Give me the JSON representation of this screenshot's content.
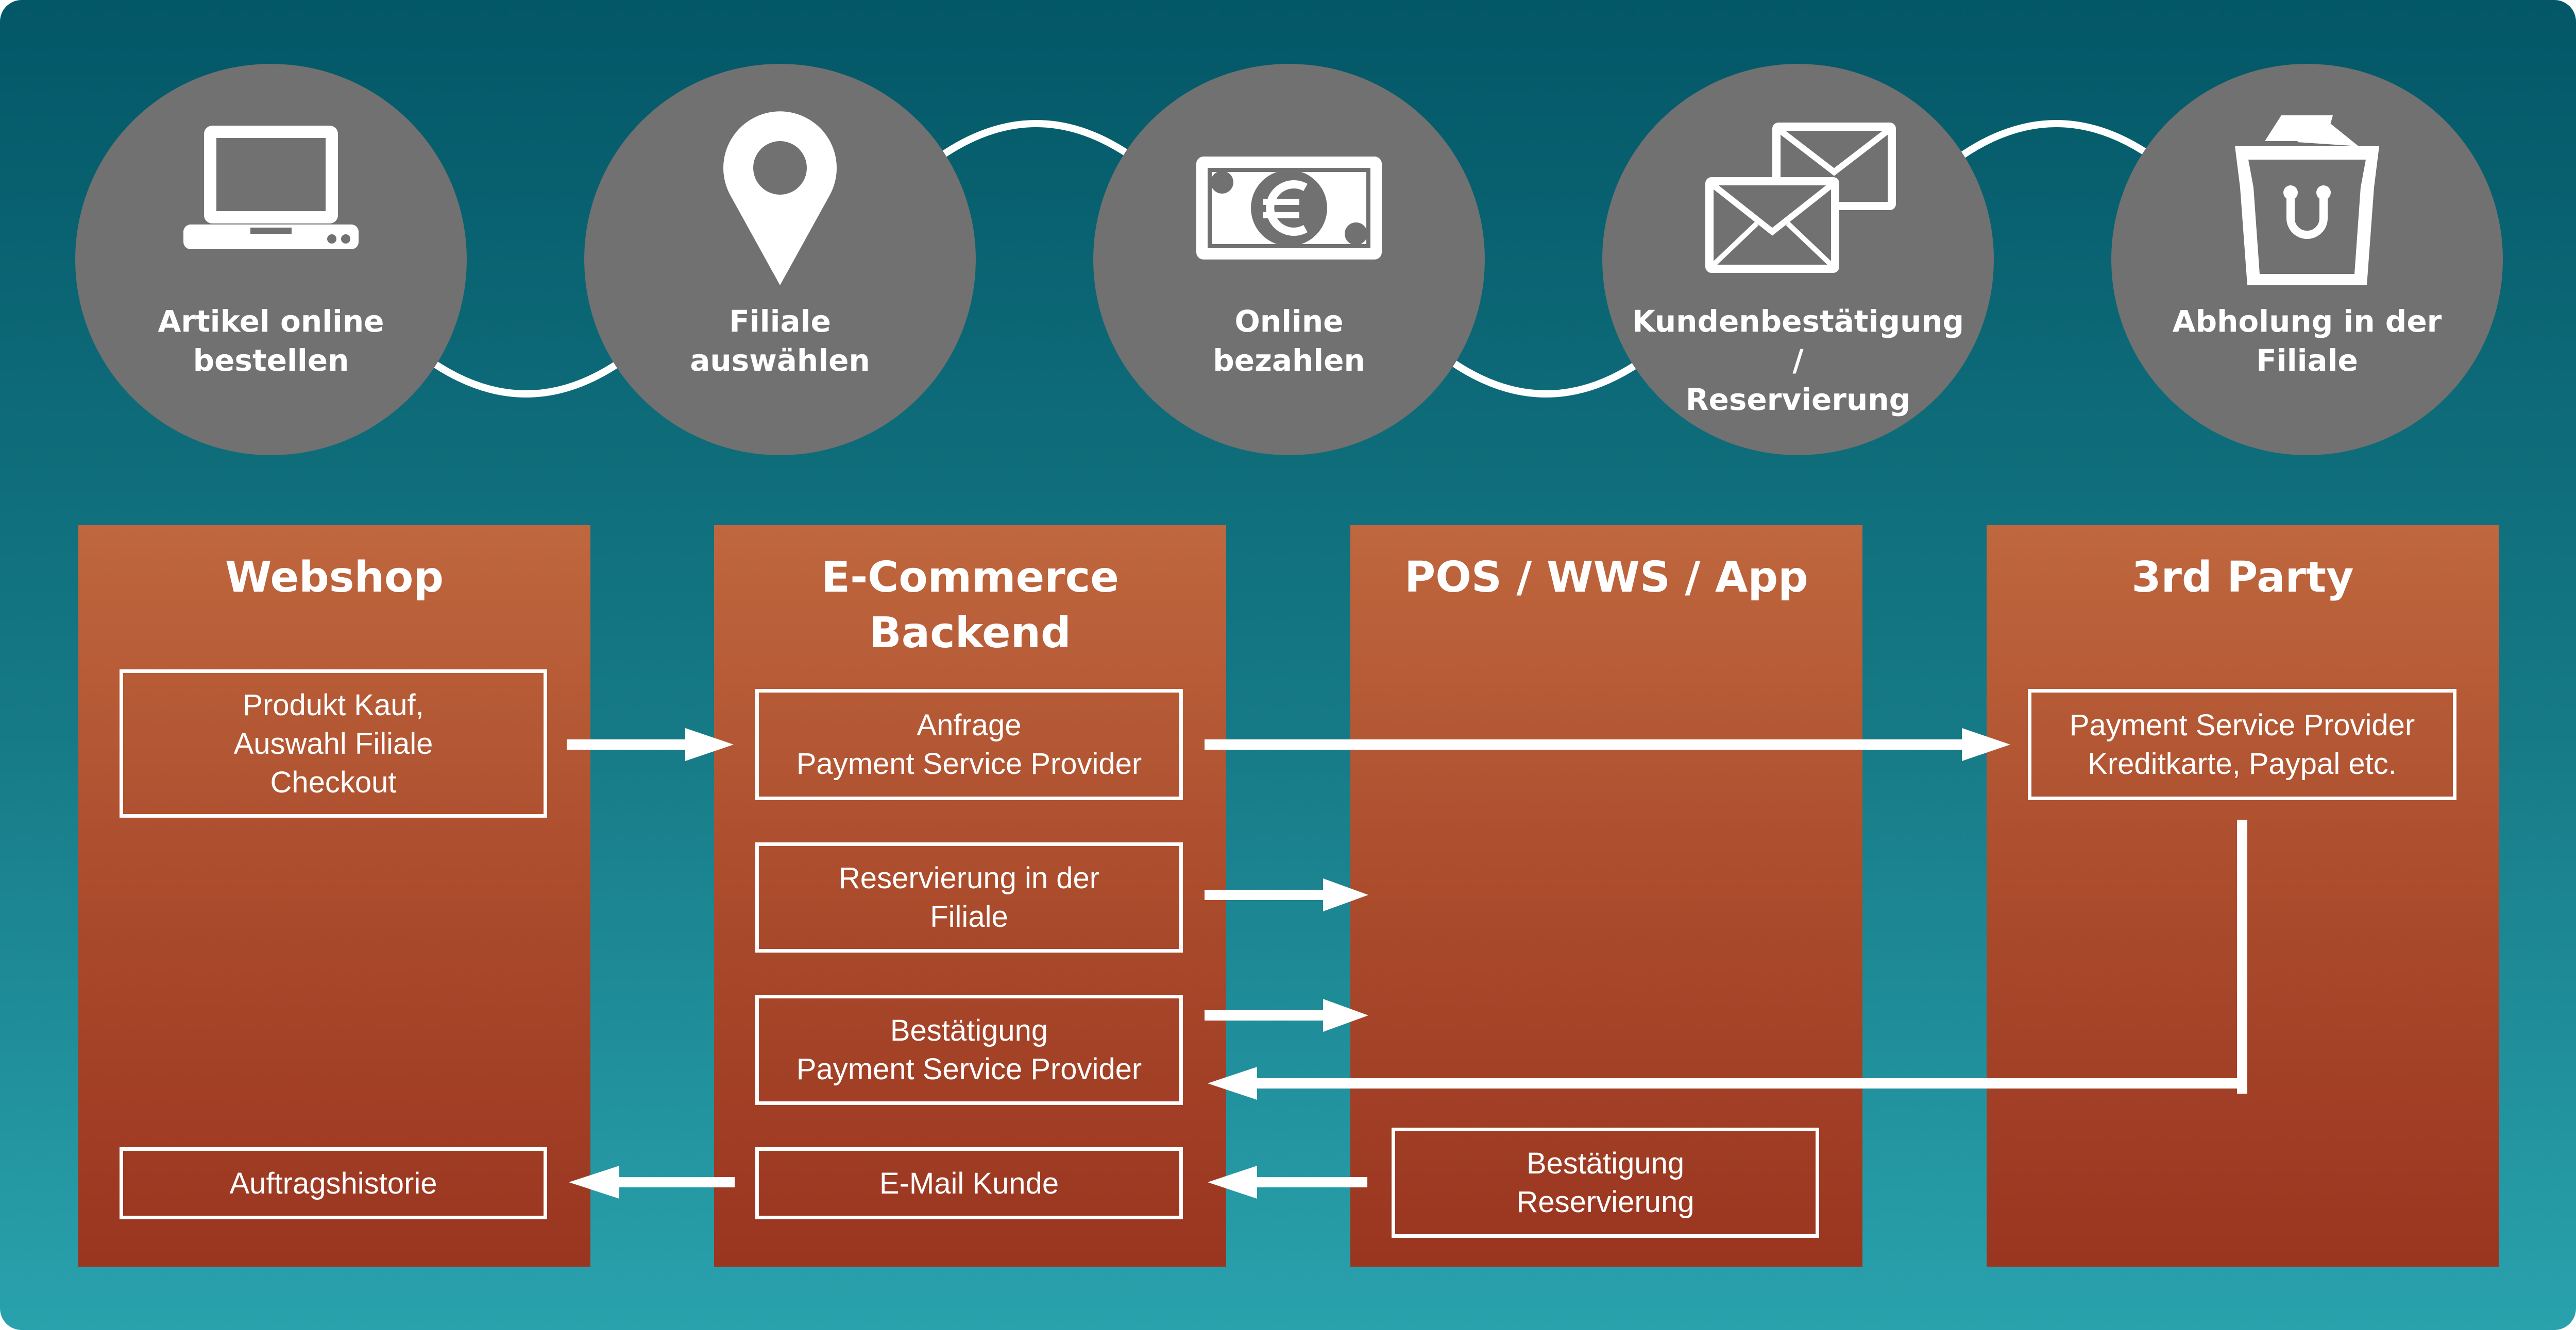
{
  "steps": [
    {
      "label": "Artikel online\nbestellen",
      "icon": "laptop-icon"
    },
    {
      "label": "Filiale\nauswählen",
      "icon": "location-pin-icon"
    },
    {
      "label": "Online\nbezahlen",
      "icon": "euro-banknote-icon"
    },
    {
      "label": "Kundenbestätigung /\nReservierung",
      "icon": "envelopes-icon"
    },
    {
      "label": "Abholung in der\nFiliale",
      "icon": "shopping-bag-icon"
    }
  ],
  "columns": [
    {
      "title": "Webshop"
    },
    {
      "title": "E-Commerce\nBackend"
    },
    {
      "title": "POS / WWS / App"
    },
    {
      "title": "3rd Party"
    }
  ],
  "boxes": {
    "webshop_checkout": "Produkt Kauf,\nAuswahl Filiale\nCheckout",
    "webshop_history": "Auftragshistorie",
    "backend_request": "Anfrage\nPayment Service Provider",
    "backend_reservation": "Reservierung in der\nFiliale",
    "backend_confirmation": "Bestätigung\nPayment Service Provider",
    "backend_email": "E-Mail Kunde",
    "pos_confirmation": "Bestätigung\nReservierung",
    "thirdparty_psp": "Payment Service Provider\nKreditkarte, Paypal etc."
  },
  "colors": {
    "background_top": "#035767",
    "background_bottom": "#29a2ad",
    "circle": "#707170",
    "column_top": "#bf673e",
    "column_bottom": "#9a3520",
    "line": "#ffffff"
  }
}
